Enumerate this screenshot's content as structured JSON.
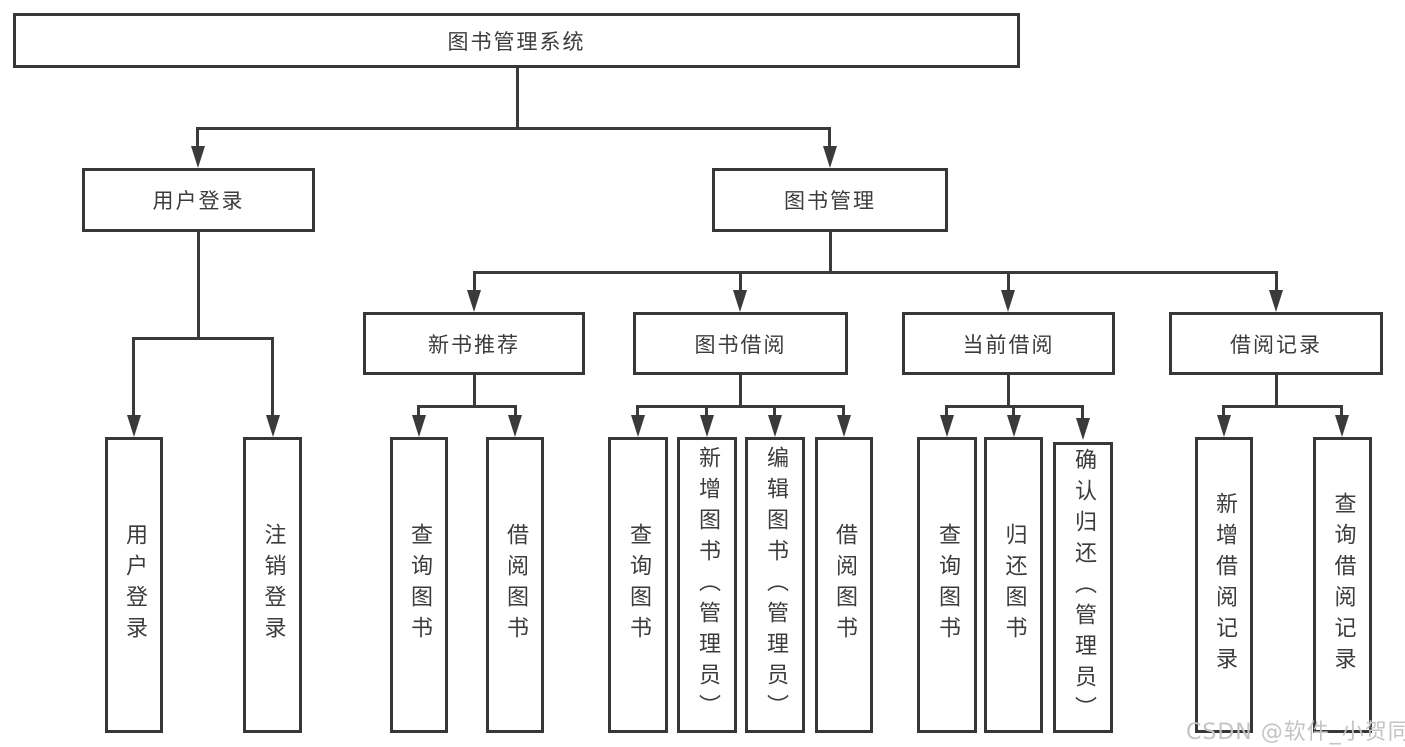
{
  "diagram": {
    "type": "hierarchy-tree",
    "colors": {
      "line": "#3a3a3a",
      "text": "#3c3c3c",
      "box_border": "#373737",
      "background": "#ffffff",
      "watermark": "#c4c4c4"
    },
    "nodes": {
      "root": {
        "label": "图书管理系统"
      },
      "user_login": {
        "label": "用户登录",
        "children": [
          {
            "label": "用户登录"
          },
          {
            "label": "注销登录"
          }
        ]
      },
      "book_management": {
        "label": "图书管理",
        "children": {
          "new_book_recommend": {
            "label": "新书推荐",
            "children": [
              {
                "label": "查询图书"
              },
              {
                "label": "借阅图书"
              }
            ]
          },
          "book_borrowing": {
            "label": "图书借阅",
            "children": [
              {
                "label": "查询图书"
              },
              {
                "label": "新增图书（管理员）"
              },
              {
                "label": "编辑图书（管理员）"
              },
              {
                "label": "借阅图书"
              }
            ]
          },
          "current_borrowing": {
            "label": "当前借阅",
            "children": [
              {
                "label": "查询图书"
              },
              {
                "label": "归还图书"
              },
              {
                "label": "确认归还（管理员）"
              }
            ]
          },
          "borrowing_records": {
            "label": "借阅记录",
            "children": [
              {
                "label": "新增借阅记录"
              },
              {
                "label": "查询借阅记录"
              }
            ]
          }
        }
      }
    },
    "watermark": "CSDN @软件_小贺同学"
  }
}
